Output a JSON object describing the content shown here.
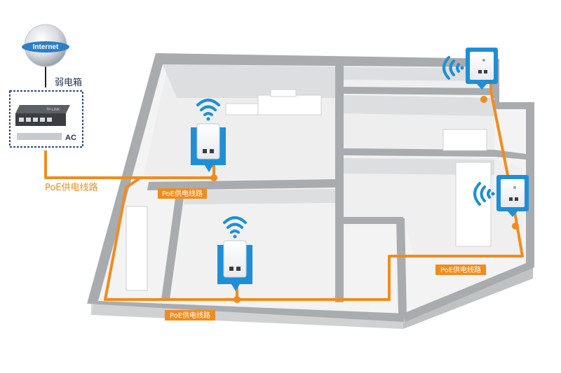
{
  "internet": {
    "label": "Internet"
  },
  "cabinet": {
    "title": "弱电箱",
    "device_label": "AC",
    "switch_brand": "TP-LINK"
  },
  "poe_main_label": "PoE供电线路",
  "poe_tags": [
    {
      "label": "PoE供电线路"
    },
    {
      "label": "PoE供电线路"
    },
    {
      "label": "PoE供电线路"
    }
  ],
  "access_points": [
    {
      "type": "desk",
      "room": "living-room"
    },
    {
      "type": "desk",
      "room": "bedroom"
    },
    {
      "type": "wall",
      "room": "top-right-room"
    },
    {
      "type": "wall",
      "room": "right-room"
    }
  ],
  "colors": {
    "poe_line": "#f08c1e",
    "ap_blue": "#1e8fd6",
    "wall_top": "#a9acae",
    "floor": "#f3f3f3",
    "tag_bg": "#f08c1e",
    "cabinet_border": "#2b4a86"
  }
}
